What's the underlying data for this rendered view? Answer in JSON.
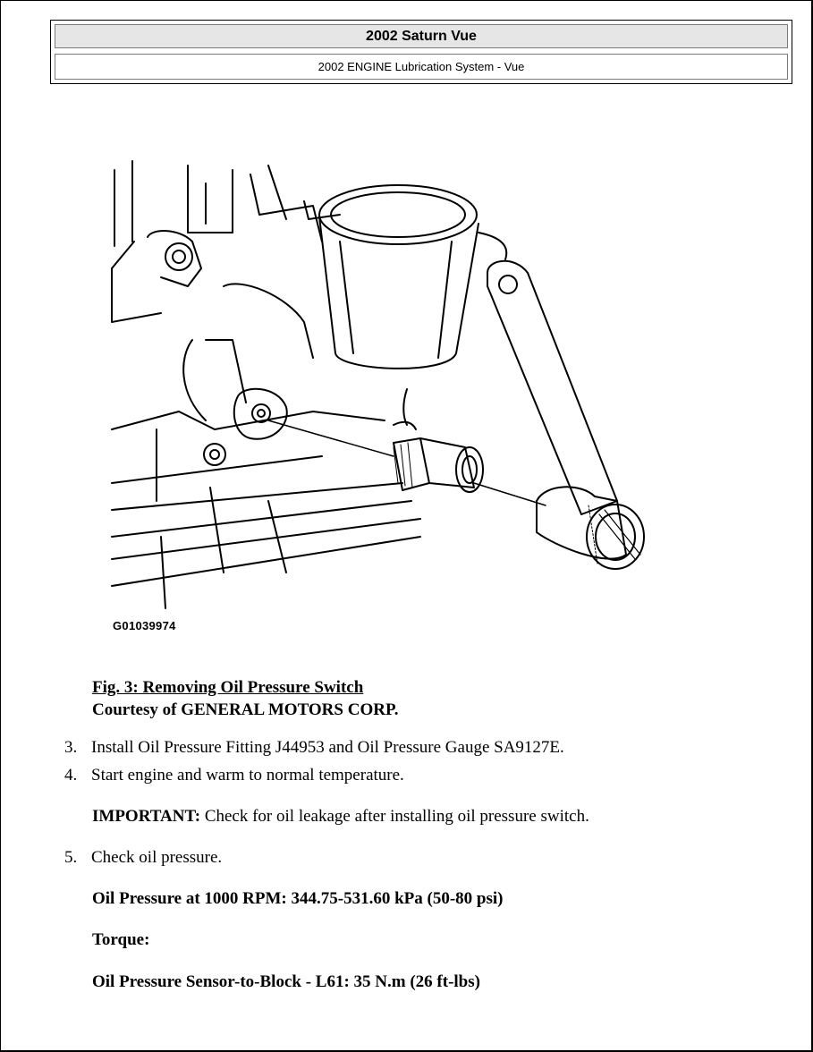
{
  "header": {
    "title": "2002 Saturn Vue",
    "subtitle": "2002 ENGINE Lubrication System - Vue"
  },
  "figure": {
    "code": "G01039974",
    "title": "Fig. 3: Removing Oil Pressure Switch",
    "courtesy": "Courtesy of GENERAL MOTORS CORP."
  },
  "steps": [
    {
      "num": "3.",
      "text": "Install Oil Pressure Fitting J44953 and Oil Pressure Gauge SA9127E."
    },
    {
      "num": "4.",
      "text": "Start engine and warm to normal temperature."
    },
    {
      "num": "5.",
      "text": "Check oil pressure."
    }
  ],
  "important": {
    "label": "IMPORTANT:",
    "text": " Check for oil leakage after installing oil pressure switch."
  },
  "specs": {
    "oil_pressure": "Oil Pressure at 1000 RPM: 344.75-531.60 kPa (50-80 psi)",
    "torque_heading": "Torque:",
    "torque_value": "Oil Pressure Sensor-to-Block - L61: 35 N.m (26 ft-lbs)"
  }
}
